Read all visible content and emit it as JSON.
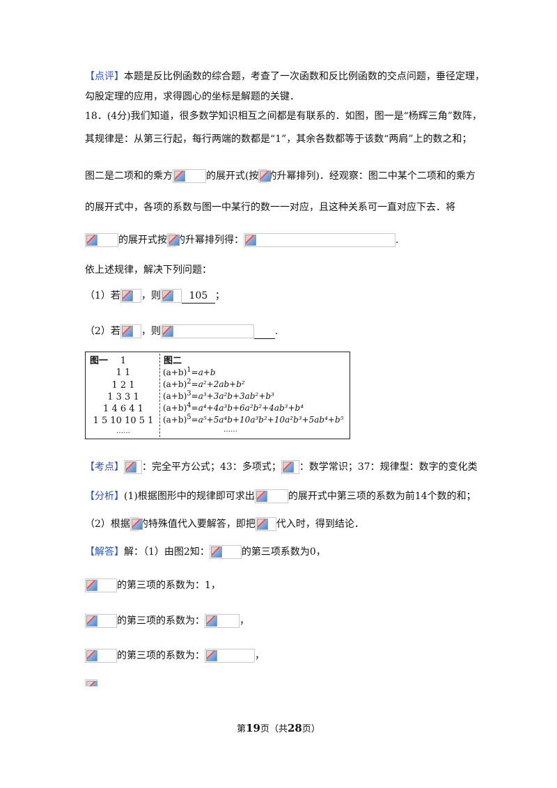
{
  "review": {
    "tag": "【点评】",
    "text1": "本题是反比例函数的综合题，考查了一次函数和反比例函数的交点问题，垂径定理，",
    "text2": "勾股定理的应用，求得圆心的坐标是解题的关键．"
  },
  "q18": {
    "l1": "18．(4分)我们知道，很多数学知识相互之间都是有联系的．如图，图一是“杨辉三角”数阵，",
    "l2": "其规律是：从第三行起，每行两端的数都是“1”，其余各数都等于该数“两肩”上的数之和；",
    "l3a": "图二是二项和的乘方",
    "l3b": "的展开式(按",
    "l3c": "的升幂排列)．经观察：图二中某个二项和的乘方",
    "l4": "的展开式中，各项的系数与图一中某行的数一一对应，且这种关系可一直对应下去．将",
    "l5a": "的展开式按",
    "l5b": "的升幂排列得：",
    "l5c": ".",
    "l6": "依上述规律，解决下列问题：",
    "p1a": "（1）若",
    "p1b": "，则",
    "p1ans": "105",
    "p1c": "；",
    "p2a": "（2）若",
    "p2b": "，则",
    "p2c": "."
  },
  "figure": {
    "title1": "图一",
    "title2": "图二",
    "triangle": [
      "1",
      "1  1",
      "1  2  1",
      "1  3  3  1",
      "1  4  6  4  1",
      "1  5  10 10 5  1",
      "……"
    ],
    "eqs": [
      {
        "lhs": "(a+b)",
        "exp": "1",
        "rhs": "=a+b"
      },
      {
        "lhs": "(a+b)",
        "exp": "2",
        "rhs": "=a²+2ab+b²"
      },
      {
        "lhs": "(a+b)",
        "exp": "3",
        "rhs": "=a³+3a²b+3ab²+b³"
      },
      {
        "lhs": "(a+b)",
        "exp": "4",
        "rhs": "=a⁴+4a³b+6a²b²+4ab³+b⁴"
      },
      {
        "lhs": "(a+b)",
        "exp": "5",
        "rhs": "=a⁵+5a⁴b+10a³b²+10a²b³+5ab⁴+b⁵"
      },
      {
        "lhs": "",
        "exp": "",
        "rhs": "……"
      }
    ]
  },
  "kaodian": {
    "tag": "【考点】",
    "t1": "：完全平方公式；43：多项式；",
    "t2": "：数学常识；37：规律型：数字的变化类"
  },
  "fenxi": {
    "tag": "【分析】",
    "t1": "(1)根据图形中的规律即可求出",
    "t2": "的展开式中第三项的系数为前14个数的和；",
    "l2a": "（2）根据",
    "l2b": "的特殊值代入要解答，即把",
    "l2c": "代入时，得到结论．"
  },
  "jieda": {
    "tag": "【解答】",
    "t1": "解：（1）由图2知：",
    "t2": "的第三项系数为0，",
    "r2": "的第三项的系数为：1，",
    "r3": "的第三项的系数为：",
    "r3end": "，",
    "r4": "的第三项的系数为：",
    "r4end": "，"
  },
  "footer": {
    "pre": "第",
    "page": "19",
    "mid": "页（共",
    "total": "28",
    "post": "页）"
  }
}
